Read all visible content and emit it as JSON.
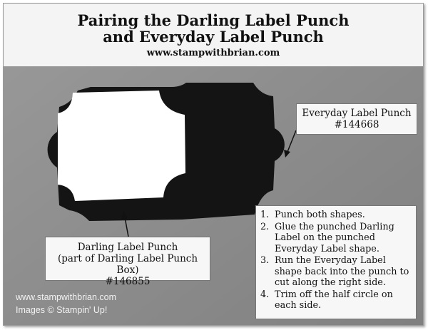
{
  "title": {
    "line1": "Pairing the Darling Label Punch",
    "line2": "and Everyday Label Punch",
    "url": "www.stampwithbrian.com"
  },
  "callouts": {
    "everyday": {
      "line1": "Everyday Label Punch",
      "line2": "#144668"
    },
    "darling": {
      "line1": "Darling Label Punch",
      "line2": "(part of Darling Label Punch Box)",
      "line3": "#146855"
    }
  },
  "steps": [
    {
      "num": "1.",
      "text": "Punch both shapes."
    },
    {
      "num": "2.",
      "text": "Glue the punched Darling Label on the punched Everyday Label shape."
    },
    {
      "num": "3.",
      "text": "Run the Everyday Label shape back into the punch to cut along the right side."
    },
    {
      "num": "4.",
      "text": "Trim off the half circle on each side."
    }
  ],
  "watermark": {
    "line1": "www.stampwithbrian.com",
    "line2": "Images © Stampin' Up!"
  },
  "colors": {
    "background": "#8f8f8f",
    "label_black": "#141414",
    "label_white": "#ffffff",
    "title_band": "#f4f4f4"
  }
}
